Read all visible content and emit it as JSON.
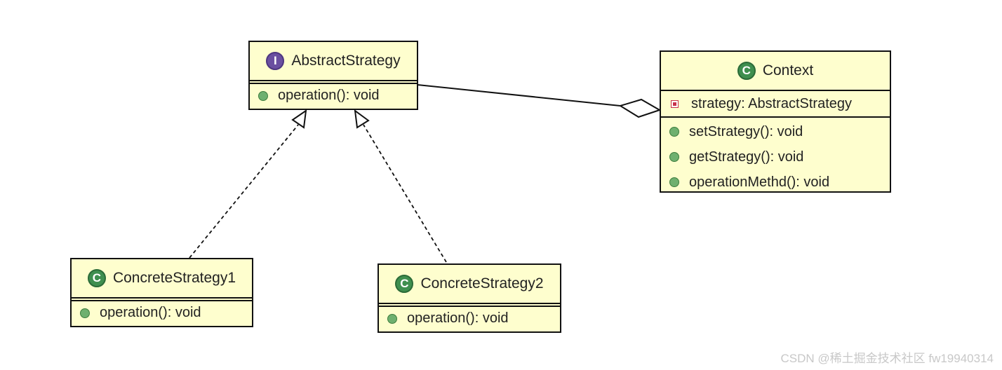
{
  "classes": {
    "abstract_strategy": {
      "kind_letter": "I",
      "name": "AbstractStrategy",
      "methods": [
        "operation(): void"
      ]
    },
    "context": {
      "kind_letter": "C",
      "name": "Context",
      "fields": [
        "strategy: AbstractStrategy"
      ],
      "methods": [
        "setStrategy(): void",
        "getStrategy(): void",
        "operationMethd(): void"
      ]
    },
    "concrete_strategy1": {
      "kind_letter": "C",
      "name": "ConcreteStrategy1",
      "methods": [
        "operation(): void"
      ]
    },
    "concrete_strategy2": {
      "kind_letter": "C",
      "name": "ConcreteStrategy2",
      "methods": [
        "operation(): void"
      ]
    }
  },
  "colors": {
    "class_fill": "#fefece",
    "class_badge": "#3f8f4f",
    "interface_badge": "#6a4fa0",
    "public_dot": "#6fb06f",
    "private_marker": "#c8304a"
  },
  "watermark": "CSDN @稀土掘金技术社区 fw19940314"
}
